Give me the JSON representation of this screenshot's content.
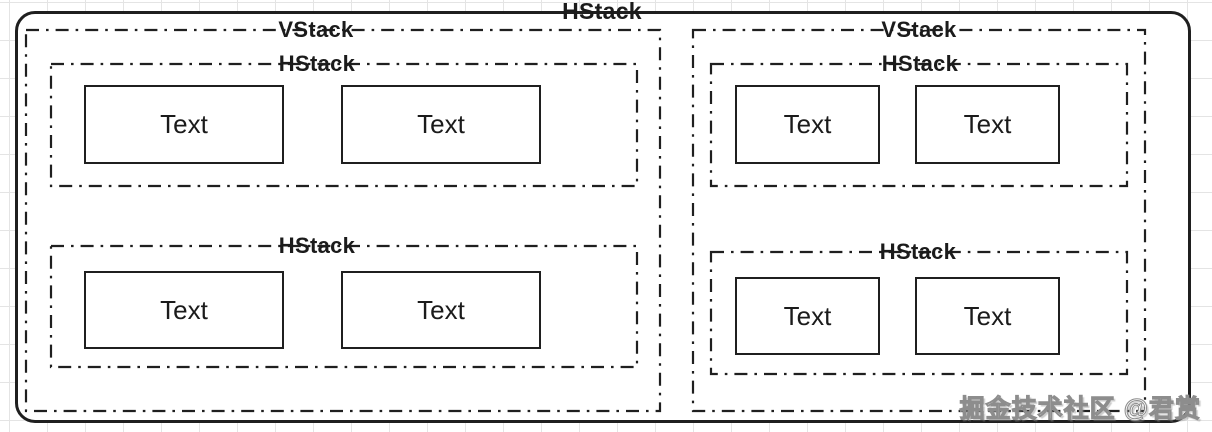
{
  "root": {
    "label": "HStack"
  },
  "columns": [
    {
      "label": "VStack",
      "rows": [
        {
          "label": "HStack",
          "cells": [
            {
              "text": "Text"
            },
            {
              "text": "Text"
            }
          ]
        },
        {
          "label": "HStack",
          "cells": [
            {
              "text": "Text"
            },
            {
              "text": "Text"
            }
          ]
        }
      ]
    },
    {
      "label": "VStack",
      "rows": [
        {
          "label": "HStack",
          "cells": [
            {
              "text": "Text"
            },
            {
              "text": "Text"
            }
          ]
        },
        {
          "label": "HStack",
          "cells": [
            {
              "text": "Text"
            },
            {
              "text": "Text"
            }
          ]
        }
      ]
    }
  ],
  "watermark": "掘金技术社区 @君赏",
  "colors": {
    "stroke": "#1f1f1f",
    "grid": "#e4e4e4",
    "background": "#ffffff"
  }
}
